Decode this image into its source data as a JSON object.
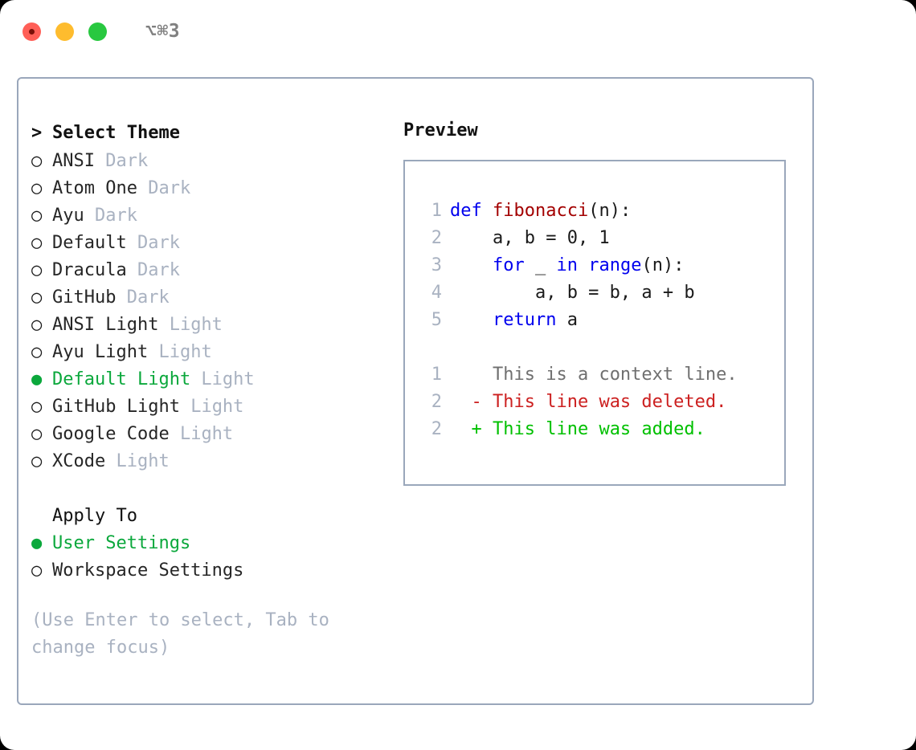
{
  "titlebar": {
    "shortcut": "⌥⌘3",
    "lights": [
      "close",
      "minimize",
      "zoom"
    ]
  },
  "left": {
    "heading": {
      "prefix": ">",
      "text": "Select Theme"
    },
    "themes": [
      {
        "bullet": "○",
        "selected": false,
        "name": "ANSI",
        "kind": "Dark"
      },
      {
        "bullet": "○",
        "selected": false,
        "name": "Atom One",
        "kind": "Dark"
      },
      {
        "bullet": "○",
        "selected": false,
        "name": "Ayu",
        "kind": "Dark"
      },
      {
        "bullet": "○",
        "selected": false,
        "name": "Default",
        "kind": "Dark"
      },
      {
        "bullet": "○",
        "selected": false,
        "name": "Dracula",
        "kind": "Dark"
      },
      {
        "bullet": "○",
        "selected": false,
        "name": "GitHub",
        "kind": "Dark"
      },
      {
        "bullet": "○",
        "selected": false,
        "name": "ANSI Light",
        "kind": "Light"
      },
      {
        "bullet": "○",
        "selected": false,
        "name": "Ayu Light",
        "kind": "Light"
      },
      {
        "bullet": "●",
        "selected": true,
        "name": "Default Light",
        "kind": "Light"
      },
      {
        "bullet": "○",
        "selected": false,
        "name": "GitHub Light",
        "kind": "Light"
      },
      {
        "bullet": "○",
        "selected": false,
        "name": "Google Code",
        "kind": "Light"
      },
      {
        "bullet": "○",
        "selected": false,
        "name": "XCode",
        "kind": "Light"
      }
    ],
    "apply_to": {
      "heading": "Apply To",
      "options": [
        {
          "bullet": "●",
          "selected": true,
          "label": "User Settings"
        },
        {
          "bullet": "○",
          "selected": false,
          "label": "Workspace Settings"
        }
      ]
    },
    "hint": "(Use Enter to select, Tab to change focus)"
  },
  "right": {
    "preview_title": "Preview",
    "code_lines": [
      {
        "num": "1",
        "tokens": [
          {
            "t": "def ",
            "c": "kw"
          },
          {
            "t": "fibonacci",
            "c": "fn"
          },
          {
            "t": "(n):",
            "c": "plain"
          }
        ]
      },
      {
        "num": "2",
        "tokens": [
          {
            "t": "    a, b = 0, 1",
            "c": "plain"
          }
        ]
      },
      {
        "num": "3",
        "tokens": [
          {
            "t": "    ",
            "c": "plain"
          },
          {
            "t": "for",
            "c": "kw"
          },
          {
            "t": " _ ",
            "c": "plain"
          },
          {
            "t": "in",
            "c": "kw"
          },
          {
            "t": " ",
            "c": "plain"
          },
          {
            "t": "range",
            "c": "kw"
          },
          {
            "t": "(n):",
            "c": "plain"
          }
        ]
      },
      {
        "num": "4",
        "tokens": [
          {
            "t": "        a, b = b, a + b",
            "c": "plain"
          }
        ]
      },
      {
        "num": "5",
        "tokens": [
          {
            "t": "    ",
            "c": "plain"
          },
          {
            "t": "return",
            "c": "kw"
          },
          {
            "t": " a",
            "c": "plain"
          }
        ]
      }
    ],
    "diff_lines": [
      {
        "num": "1",
        "marker": " ",
        "text": " This is a context line.",
        "kind": "ctx"
      },
      {
        "num": "2",
        "marker": "-",
        "text": " This line was deleted.",
        "kind": "del"
      },
      {
        "num": "2",
        "marker": "+",
        "text": " This line was added.",
        "kind": "add"
      }
    ]
  },
  "colors": {
    "accent_green": "#0ba83c",
    "diff_add_green": "#00c000",
    "diff_del_red": "#cc2020",
    "keyword_blue": "#0000ee",
    "function_red": "#a30000",
    "muted_gray": "#a9b2c1",
    "border": "#9aa7bb"
  }
}
